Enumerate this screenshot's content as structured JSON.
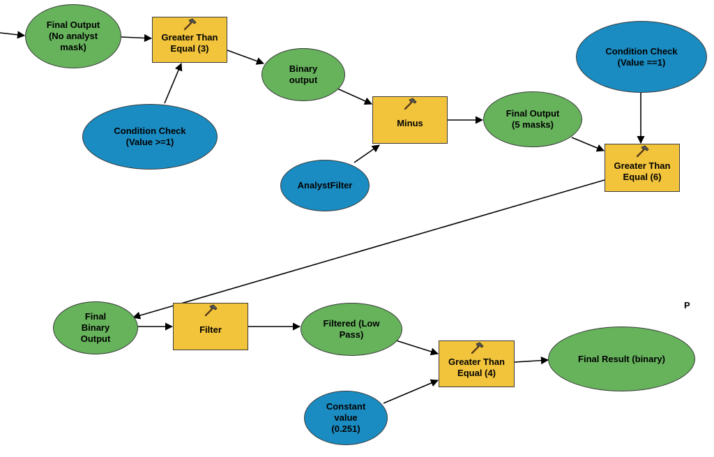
{
  "nodes": {
    "final_output_no_mask": {
      "label": "Final Output\n(No analyst\nmask)",
      "kind": "data",
      "color": "#66b35c"
    },
    "gte3": {
      "label": "Greater Than\nEqual (3)",
      "kind": "tool",
      "icon": "hammer-icon",
      "color": "#f2c43c"
    },
    "cond_gte1": {
      "label": "Condition Check\n(Value >=1)",
      "kind": "variable",
      "color": "#1a8cc2"
    },
    "binary_output": {
      "label": "Binary\noutput",
      "kind": "data",
      "color": "#66b35c"
    },
    "minus": {
      "label": "Minus",
      "kind": "tool",
      "icon": "hammer-icon",
      "color": "#f2c43c"
    },
    "analyst_filter": {
      "label": "AnalystFilter",
      "kind": "variable",
      "color": "#1a8cc2"
    },
    "final_output_5": {
      "label": "Final Output\n(5 masks)",
      "kind": "data",
      "color": "#66b35c"
    },
    "cond_eq1": {
      "label": "Condition Check\n(Value ==1)",
      "kind": "variable",
      "color": "#1a8cc2"
    },
    "gte6": {
      "label": "Greater Than\nEqual (6)",
      "kind": "tool",
      "icon": "hammer-icon",
      "color": "#f2c43c"
    },
    "final_binary_output": {
      "label": "Final\nBinary\nOutput",
      "kind": "data",
      "color": "#66b35c"
    },
    "filter": {
      "label": "Filter",
      "kind": "tool",
      "icon": "hammer-icon",
      "color": "#f2c43c"
    },
    "filtered_low_pass": {
      "label": "Filtered (Low\nPass)",
      "kind": "data",
      "color": "#66b35c"
    },
    "constant_value": {
      "label": "Constant\nvalue\n(0.251)",
      "kind": "variable",
      "color": "#1a8cc2"
    },
    "gte4": {
      "label": "Greater Than\nEqual (4)",
      "kind": "tool",
      "icon": "hammer-icon",
      "color": "#f2c43c"
    },
    "final_result": {
      "label": "Final Result (binary)",
      "kind": "data",
      "color": "#66b35c"
    }
  },
  "edges": [
    {
      "from": "incoming",
      "to": "final_output_no_mask"
    },
    {
      "from": "final_output_no_mask",
      "to": "gte3"
    },
    {
      "from": "cond_gte1",
      "to": "gte3"
    },
    {
      "from": "gte3",
      "to": "binary_output"
    },
    {
      "from": "binary_output",
      "to": "minus"
    },
    {
      "from": "analyst_filter",
      "to": "minus"
    },
    {
      "from": "minus",
      "to": "final_output_5"
    },
    {
      "from": "final_output_5",
      "to": "gte6"
    },
    {
      "from": "cond_eq1",
      "to": "gte6"
    },
    {
      "from": "gte6",
      "to": "final_binary_output"
    },
    {
      "from": "final_binary_output",
      "to": "filter"
    },
    {
      "from": "filter",
      "to": "filtered_low_pass"
    },
    {
      "from": "filtered_low_pass",
      "to": "gte4"
    },
    {
      "from": "constant_value",
      "to": "gte4"
    },
    {
      "from": "gte4",
      "to": "final_result"
    }
  ],
  "stray_label": "P"
}
